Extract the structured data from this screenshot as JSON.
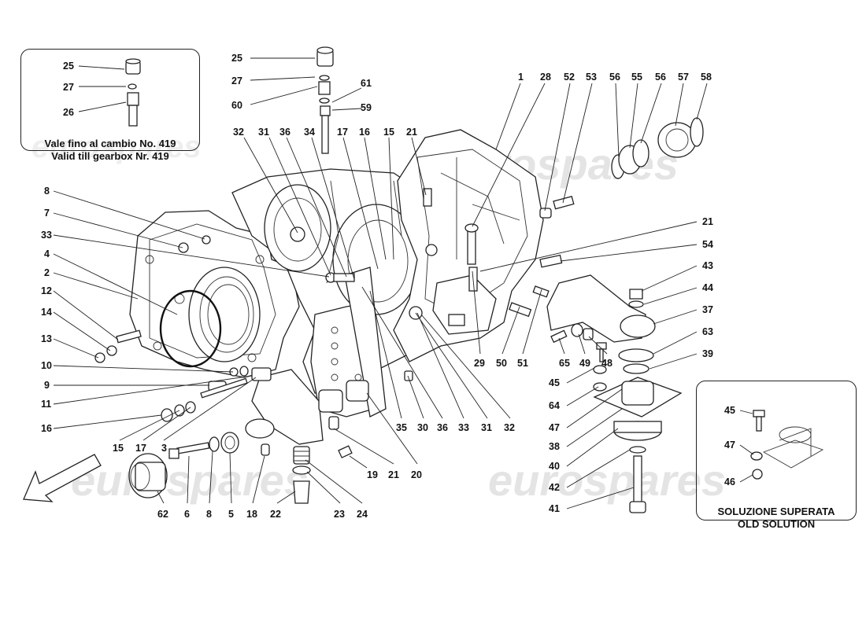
{
  "watermark": "eurospares",
  "inset_top_left": {
    "line1": "Vale fino al cambio No. 419",
    "line2": "Valid till gearbox Nr. 419"
  },
  "inset_bottom_right": {
    "line1": "SOLUZIONE SUPERATA",
    "line2": "OLD SOLUTION"
  },
  "callouts": {
    "c25a": "25",
    "c27a": "27",
    "c26a": "26",
    "c25": "25",
    "c27": "27",
    "c60": "60",
    "c61": "61",
    "c59": "59",
    "c32a": "32",
    "c31a": "31",
    "c36a": "36",
    "c34": "34",
    "c17a": "17",
    "c16a": "16",
    "c15a": "15",
    "c21a": "21",
    "c1": "1",
    "c28": "28",
    "c52": "52",
    "c53": "53",
    "c56a": "56",
    "c55": "55",
    "c56b": "56",
    "c57": "57",
    "c58": "58",
    "c8a": "8",
    "c7": "7",
    "c33a": "33",
    "c4": "4",
    "c2": "2",
    "c12": "12",
    "c14": "14",
    "c13": "13",
    "c10": "10",
    "c9": "9",
    "c11": "11",
    "c16b": "16",
    "c15b": "15",
    "c17b": "17",
    "c3": "3",
    "c62": "62",
    "c6": "6",
    "c8b": "8",
    "c5": "5",
    "c18": "18",
    "c22": "22",
    "c23": "23",
    "c24": "24",
    "c19": "19",
    "c21b": "21",
    "c20": "20",
    "c35": "35",
    "c30": "30",
    "c36b": "36",
    "c33b": "33",
    "c31b": "31",
    "c32b": "32",
    "c29": "29",
    "c50": "50",
    "c51": "51",
    "c21c": "21",
    "c54": "54",
    "c43": "43",
    "c44": "44",
    "c37": "37",
    "c63": "63",
    "c39": "39",
    "c65": "65",
    "c49": "49",
    "c48": "48",
    "c45a": "45",
    "c64": "64",
    "c47a": "47",
    "c38": "38",
    "c40": "40",
    "c42": "42",
    "c41": "41",
    "c45b": "45",
    "c47b": "47",
    "c46": "46"
  }
}
